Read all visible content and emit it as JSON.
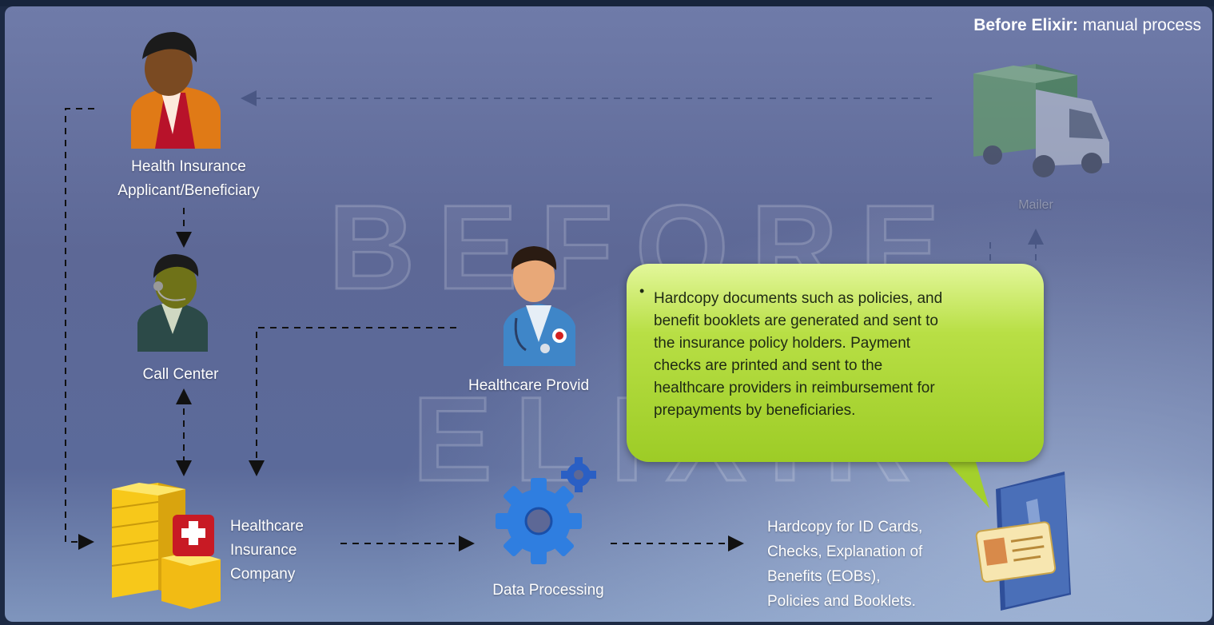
{
  "header": {
    "title_bold": "Before Elixir:",
    "title_rest": " manual process"
  },
  "watermark": {
    "line1": "BEFORE",
    "line2": "ELIXIR"
  },
  "nodes": {
    "applicant": {
      "line1": "Health Insurance",
      "line2": "Applicant/Beneficiary",
      "icon": "person-applicant-icon"
    },
    "call_center": {
      "label": "Call Center",
      "icon": "call-center-agent-icon"
    },
    "provider": {
      "label": "Healthcare Provid",
      "icon": "doctor-icon"
    },
    "mailer": {
      "label": "Mailer",
      "icon": "delivery-truck-icon"
    },
    "insurance_company": {
      "line1": "Healthcare",
      "line2": "Insurance",
      "line3": "Company",
      "icon": "insurance-building-icon"
    },
    "data_processing": {
      "label": "Data Processing",
      "icon": "gears-icon"
    },
    "hardcopy": {
      "line1": "Hardcopy for ID Cards,",
      "line2": "Checks, Explanation of",
      "line3": "Benefits (EOBs),",
      "line4": "Policies and Booklets.",
      "icon": "id-card-documents-icon"
    }
  },
  "callout": {
    "bullet": "•",
    "lines": [
      "Hardcopy documents such as policies, and",
      "benefit booklets are generated and sent to",
      "the insurance policy holders. Payment",
      "checks are printed and sent to the",
      "healthcare providers in reimbursement for",
      "prepayments by beneficiaries."
    ]
  },
  "colors": {
    "background": "#5d6896",
    "callout": "#b8df45",
    "arrow": "#111111"
  }
}
